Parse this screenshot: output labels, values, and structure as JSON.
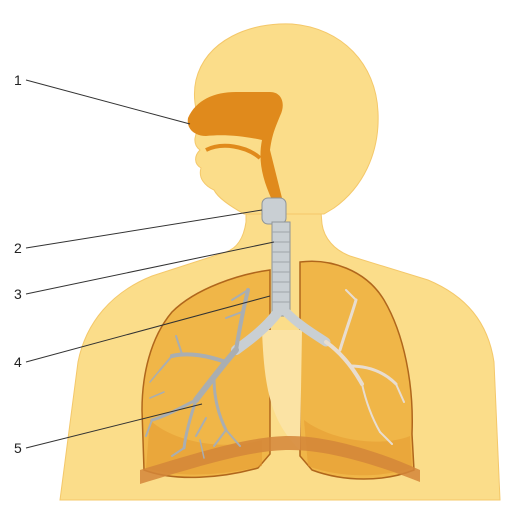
{
  "colors": {
    "background": "#ffffff",
    "body": "#fbdd8a",
    "body_edge": "#f4c86a",
    "nasal_cavity": "#e08a1c",
    "lung": "#f0b648",
    "lung_dark": "#b0661c",
    "airway": "#c9cfd3",
    "branch": "#a9aeb2",
    "diaphragm": "#d4863a",
    "leader_line": "#333333"
  },
  "callouts": [
    {
      "number": "1",
      "target": "nasal-cavity"
    },
    {
      "number": "2",
      "target": "larynx"
    },
    {
      "number": "3",
      "target": "trachea"
    },
    {
      "number": "4",
      "target": "bronchus"
    },
    {
      "number": "5",
      "target": "bronchioles"
    }
  ]
}
